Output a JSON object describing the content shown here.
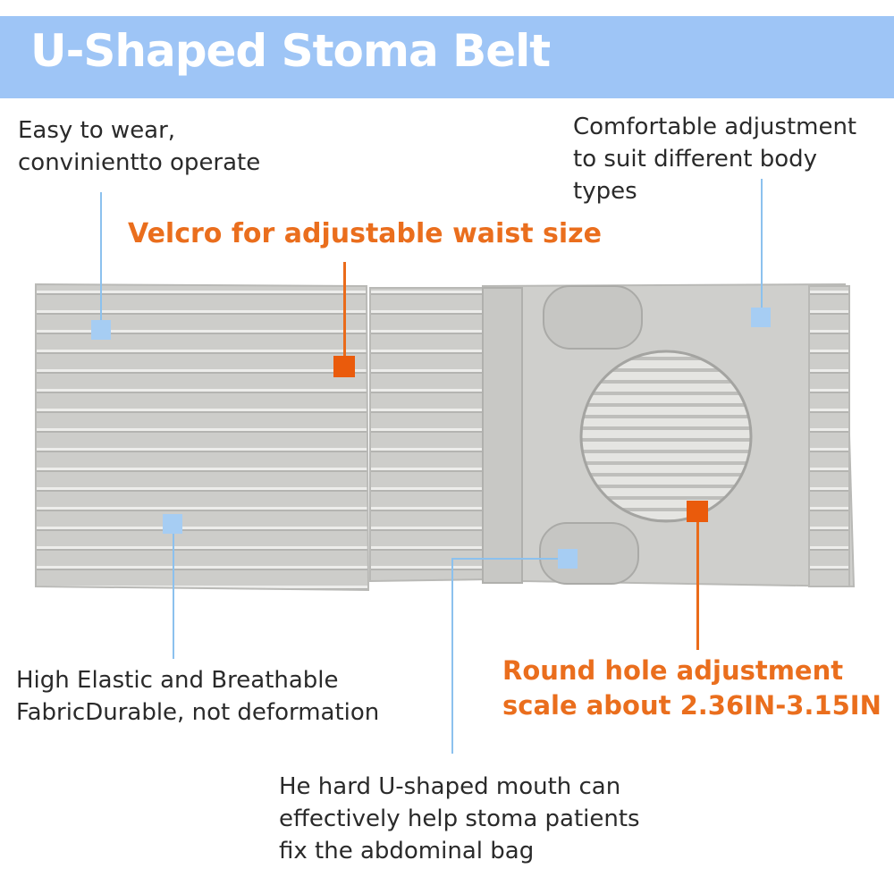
{
  "banner": {
    "title": "U-Shaped Stoma Belt"
  },
  "callouts": {
    "easy_wear": [
      "Easy to wear,",
      "convinientto operate"
    ],
    "comfortable": [
      "Comfortable adjustment",
      "to suit different body",
      "types"
    ],
    "velcro": "Velcro for adjustable waist size",
    "elastic": [
      "High Elastic and Breathable",
      "FabricDurable, not deformation"
    ],
    "round_hole": [
      "Round hole adjustment",
      "scale about 2.36IN-3.15IN"
    ],
    "u_mouth": [
      "He hard U-shaped mouth can",
      "effectively help stoma patients",
      "fix the abdominal bag"
    ]
  },
  "colors": {
    "banner": "#9ec5f6",
    "accent_orange": "#ea6e1d",
    "marker_blue": "#a6cdf3",
    "belt_gray": "#cfcfcc"
  },
  "illustration": {
    "subject": "stoma-belt-photo"
  }
}
